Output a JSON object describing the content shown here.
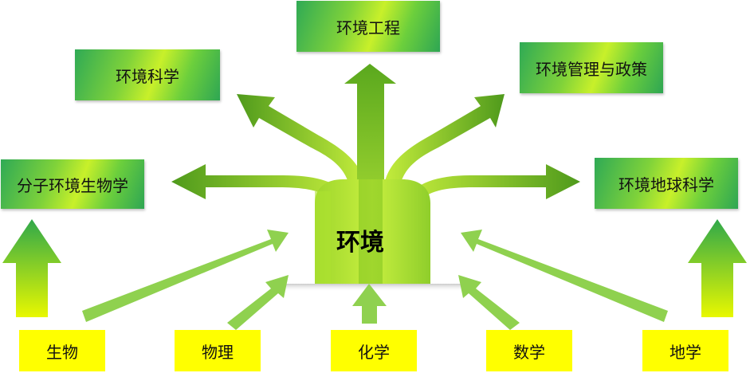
{
  "center": {
    "label": "环境"
  },
  "outputs": {
    "engineering": "环境工程",
    "science": "环境科学",
    "management": "环境管理与政策",
    "molecular_biology": "分子环境生物学",
    "earth_science": "环境地球科学"
  },
  "inputs": {
    "biology": "生物",
    "physics": "物理",
    "chemistry": "化学",
    "math": "数学",
    "geoscience": "地学"
  }
}
